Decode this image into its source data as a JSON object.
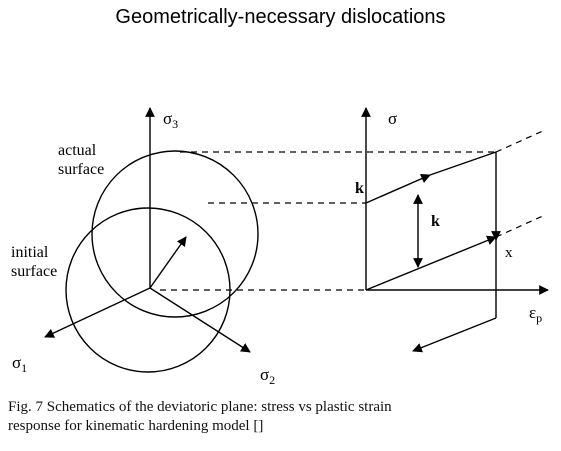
{
  "slide": {
    "title": "Geometrically-necessary dislocations"
  },
  "left_diagram": {
    "axis_sigma1": "σ",
    "axis_sigma1_sub": "1",
    "axis_sigma2": "σ",
    "axis_sigma2_sub": "2",
    "axis_sigma3": "σ",
    "axis_sigma3_sub": "3",
    "actual_surface_line1": "actual",
    "actual_surface_line2": "surface",
    "initial_surface_line1": "initial",
    "initial_surface_line2": "surface"
  },
  "right_diagram": {
    "axis_sigma": "σ",
    "axis_ep": "ε",
    "axis_ep_sub": "p",
    "label_k_axis": "k",
    "label_k_gap": "k",
    "label_x": "x"
  },
  "caption": {
    "line1": "Fig. 7 Schematics of the deviatoric plane: stress vs plastic strain",
    "line2": "response for kinematic hardening model []"
  }
}
